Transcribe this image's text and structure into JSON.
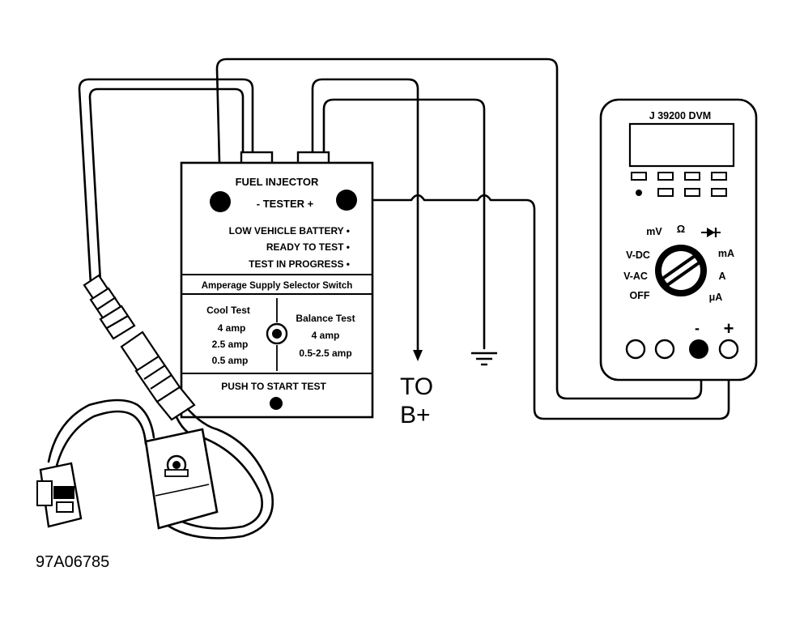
{
  "tester": {
    "title": "FUEL INJECTOR",
    "terminals": "- TESTER +",
    "indicators": [
      "LOW VEHICLE BATTERY •",
      "READY TO TEST •",
      "TEST IN PROGRESS •"
    ],
    "selector_heading": "Amperage Supply Selector Switch",
    "cool_test": {
      "title": "Cool Test",
      "options": [
        "4 amp",
        "2.5 amp",
        "0.5 amp"
      ]
    },
    "balance_test": {
      "title": "Balance Test",
      "options": [
        "4 amp",
        "0.5-2.5 amp"
      ]
    },
    "push_label": "PUSH TO START TEST"
  },
  "dvm": {
    "model": "J 39200 DVM",
    "dial_labels": {
      "mv": "mV",
      "ohm": "Ω",
      "vdc": "V-DC",
      "vac": "V-AC",
      "off": "OFF",
      "ma": "mA",
      "a": "A",
      "ua": "μA"
    },
    "minus": "-",
    "plus": "+"
  },
  "battery_label": [
    "TO",
    "B+"
  ],
  "ground_symbol": "ground-icon",
  "figure_id": "97A06785",
  "colors": {
    "ink": "#000000",
    "paper": "#ffffff"
  }
}
